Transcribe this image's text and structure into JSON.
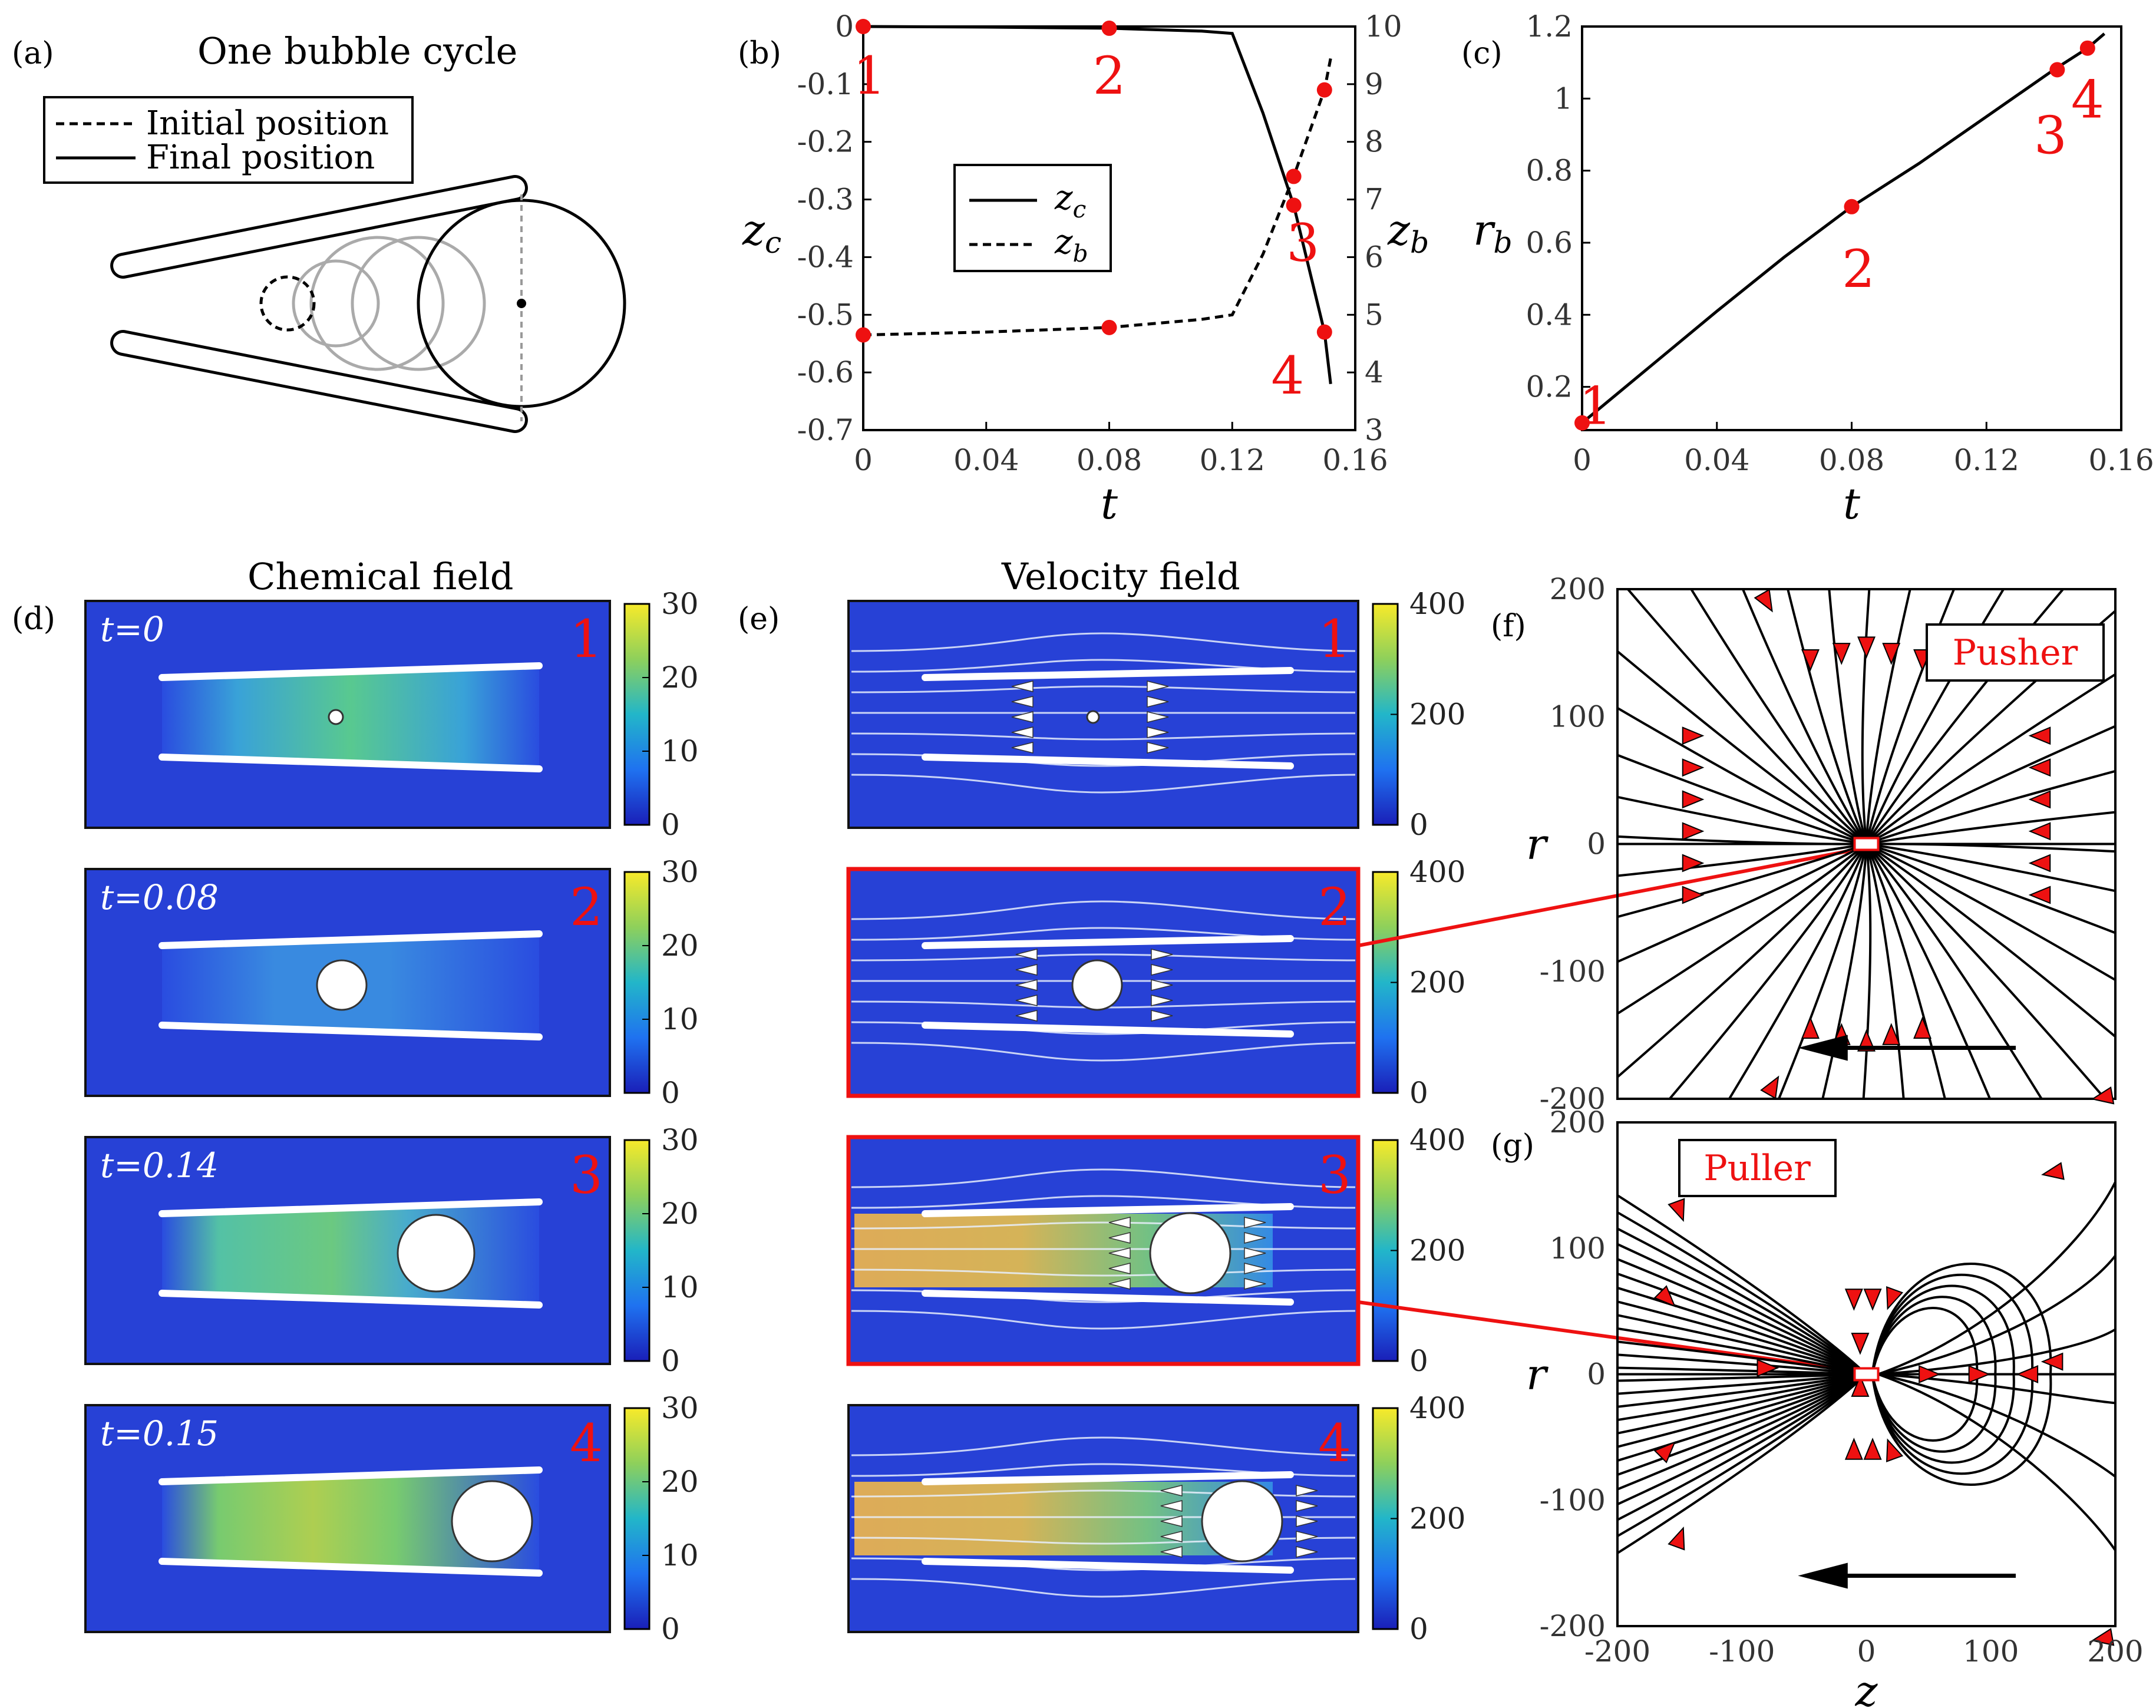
{
  "panel_letters": {
    "a": "(a)",
    "b": "(b)",
    "c": "(c)",
    "d": "(d)",
    "e": "(e)",
    "f": "(f)",
    "g": "(g)"
  },
  "panel_a": {
    "title": "One bubble cycle",
    "legend": [
      "Initial position",
      "Final position"
    ]
  },
  "panel_d_title": "Chemical field",
  "panel_e_title": "Velocity field",
  "chem_times": [
    "t=0",
    "t=0.08",
    "t=0.14",
    "t=0.15"
  ],
  "stage_numbers": [
    "1",
    "2",
    "3",
    "4"
  ],
  "colorbar_chem": [
    "30",
    "20",
    "10",
    "0"
  ],
  "colorbar_vel": [
    "400",
    "200",
    "0"
  ],
  "pusher_label": "Pusher",
  "puller_label": "Puller",
  "colors": {
    "red": "#ee1111",
    "field_low": "#1a3fd9",
    "field_mid": "#35c3a8",
    "field_high": "#f2c230"
  },
  "chart_data": [
    {
      "type": "line",
      "panel": "b",
      "xlabel": "t",
      "ylabel_left": "z_c",
      "ylabel_right": "z_b",
      "xlim": [
        0,
        0.16
      ],
      "ylim_left": [
        -0.7,
        0
      ],
      "ylim_right": [
        3,
        10
      ],
      "x_ticks": [
        "0",
        "0.04",
        "0.08",
        "0.12",
        "0.16"
      ],
      "y_ticks_left": [
        "0",
        "-0.1",
        "-0.2",
        "-0.3",
        "-0.4",
        "-0.5",
        "-0.6",
        "-0.7"
      ],
      "y_ticks_right": [
        "10",
        "9",
        "8",
        "7",
        "6",
        "5",
        "4",
        "3"
      ],
      "legend": [
        "z_c",
        "z_b"
      ],
      "series": [
        {
          "name": "z_c",
          "axis": "left",
          "style": "solid",
          "x": [
            0,
            0.04,
            0.08,
            0.11,
            0.12,
            0.13,
            0.14,
            0.15,
            0.152
          ],
          "y": [
            0,
            -0.001,
            -0.003,
            -0.008,
            -0.012,
            -0.15,
            -0.31,
            -0.53,
            -0.62
          ]
        },
        {
          "name": "z_b",
          "axis": "right",
          "style": "dashed",
          "x": [
            0,
            0.04,
            0.08,
            0.11,
            0.12,
            0.13,
            0.14,
            0.15,
            0.152
          ],
          "y": [
            4.65,
            4.7,
            4.78,
            4.92,
            5.0,
            6.05,
            7.4,
            8.9,
            9.45
          ]
        }
      ],
      "markers": [
        {
          "series": "z_c",
          "x": 0,
          "y": 0
        },
        {
          "series": "z_c",
          "x": 0.08,
          "y": -0.003
        },
        {
          "series": "z_c",
          "x": 0.14,
          "y": -0.31
        },
        {
          "series": "z_c",
          "x": 0.15,
          "y": -0.53
        },
        {
          "series": "z_b",
          "x": 0,
          "y": 4.65
        },
        {
          "series": "z_b",
          "x": 0.08,
          "y": 4.78
        },
        {
          "series": "z_b",
          "x": 0.14,
          "y": 7.4
        },
        {
          "series": "z_b",
          "x": 0.15,
          "y": 8.9
        }
      ],
      "point_labels": [
        {
          "text": "1",
          "x": 0.002,
          "y": -0.04
        },
        {
          "text": "2",
          "x": 0.08,
          "y": -0.04
        },
        {
          "text": "3",
          "x": 0.143,
          "y": -0.33
        },
        {
          "text": "4",
          "x": 0.138,
          "y": -0.56
        }
      ]
    },
    {
      "type": "line",
      "panel": "c",
      "xlabel": "t",
      "ylabel": "r_b",
      "xlim": [
        0,
        0.16
      ],
      "ylim": [
        0.08,
        1.2
      ],
      "x_ticks": [
        "0",
        "0.04",
        "0.08",
        "0.12",
        "0.16"
      ],
      "y_ticks": [
        "1.2",
        "1",
        "0.8",
        "0.6",
        "0.4",
        "0.2"
      ],
      "series": [
        {
          "name": "r_b",
          "style": "solid",
          "x": [
            0,
            0.02,
            0.04,
            0.06,
            0.08,
            0.1,
            0.12,
            0.14,
            0.15,
            0.155
          ],
          "y": [
            0.1,
            0.255,
            0.41,
            0.56,
            0.7,
            0.82,
            0.95,
            1.08,
            1.14,
            1.18
          ]
        }
      ],
      "markers": [
        {
          "x": 0,
          "y": 0.1
        },
        {
          "x": 0.08,
          "y": 0.7
        },
        {
          "x": 0.141,
          "y": 1.08
        },
        {
          "x": 0.15,
          "y": 1.14
        }
      ],
      "point_labels": [
        {
          "text": "1",
          "x": 0.004,
          "y": 0.22
        },
        {
          "text": "2",
          "x": 0.082,
          "y": 0.6
        },
        {
          "text": "3",
          "x": 0.139,
          "y": 0.97
        },
        {
          "text": "4",
          "x": 0.15,
          "y": 1.07
        }
      ]
    },
    {
      "type": "streamlines",
      "panel": "f",
      "ylabel": "r",
      "xlim": [
        -200,
        200
      ],
      "ylim": [
        -200,
        200
      ],
      "y_ticks": [
        "200",
        "100",
        "0",
        "-100",
        "-200"
      ]
    },
    {
      "type": "streamlines",
      "panel": "g",
      "xlabel": "z",
      "ylabel": "r",
      "xlim": [
        -200,
        200
      ],
      "ylim": [
        -200,
        200
      ],
      "x_ticks": [
        "-200",
        "-100",
        "0",
        "100",
        "200"
      ],
      "y_ticks": [
        "200",
        "100",
        "0",
        "-100",
        "-200"
      ]
    }
  ]
}
